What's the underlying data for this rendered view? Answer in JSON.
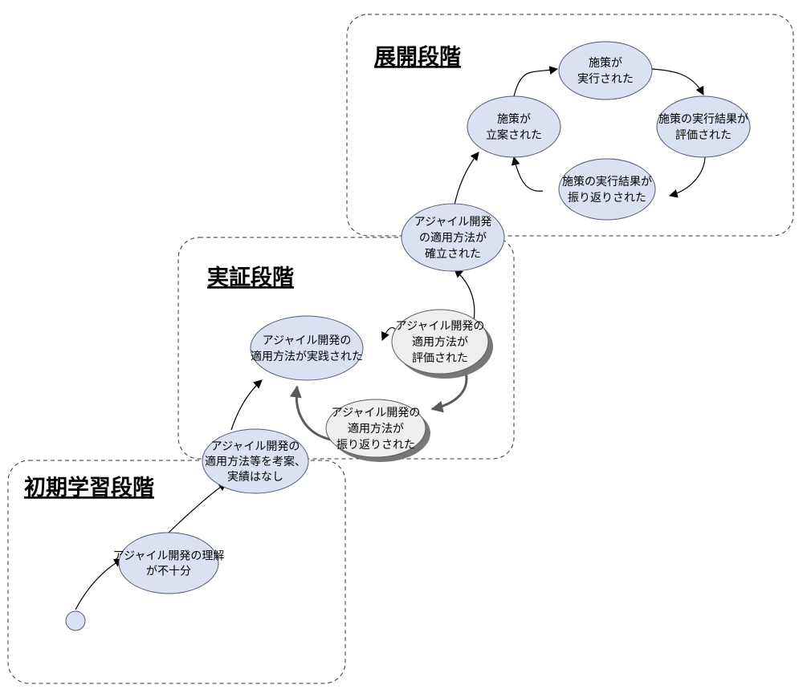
{
  "colors": {
    "node_fill": "#d9e1f2",
    "node_fill_highlight": "#eeeeee",
    "initial_fill": "#d9e1f2"
  },
  "stages": {
    "initial": {
      "title": "初期学習段階"
    },
    "proof": {
      "title": "実証段階"
    },
    "deploy": {
      "title": "展開段階"
    }
  },
  "nodes": {
    "understanding_insufficient": {
      "lines": [
        "アジャイル開発の理解",
        "が不十分"
      ]
    },
    "method_devised": {
      "lines": [
        "アジャイル開発の",
        "適用方法等を考案、",
        "実績はなし"
      ]
    },
    "method_practiced": {
      "lines": [
        "アジャイル開発の",
        "適用方法が実践された"
      ]
    },
    "method_evaluated": {
      "lines": [
        "アジャイル開発の",
        "適用方法が",
        "評価された"
      ]
    },
    "method_reviewed": {
      "lines": [
        "アジャイル開発の",
        "適用方法が",
        "振り返りされた"
      ]
    },
    "method_established": {
      "lines": [
        "アジャイル開発",
        "の適用方法が",
        "確立された"
      ]
    },
    "measure_planned": {
      "lines": [
        "施策が",
        "立案された"
      ]
    },
    "measure_executed": {
      "lines": [
        "施策が",
        "実行された"
      ]
    },
    "result_evaluated": {
      "lines": [
        "施策の実行結果が",
        "評価された"
      ]
    },
    "result_reviewed": {
      "lines": [
        "施策の実行結果が",
        "振り返りされた"
      ]
    }
  }
}
